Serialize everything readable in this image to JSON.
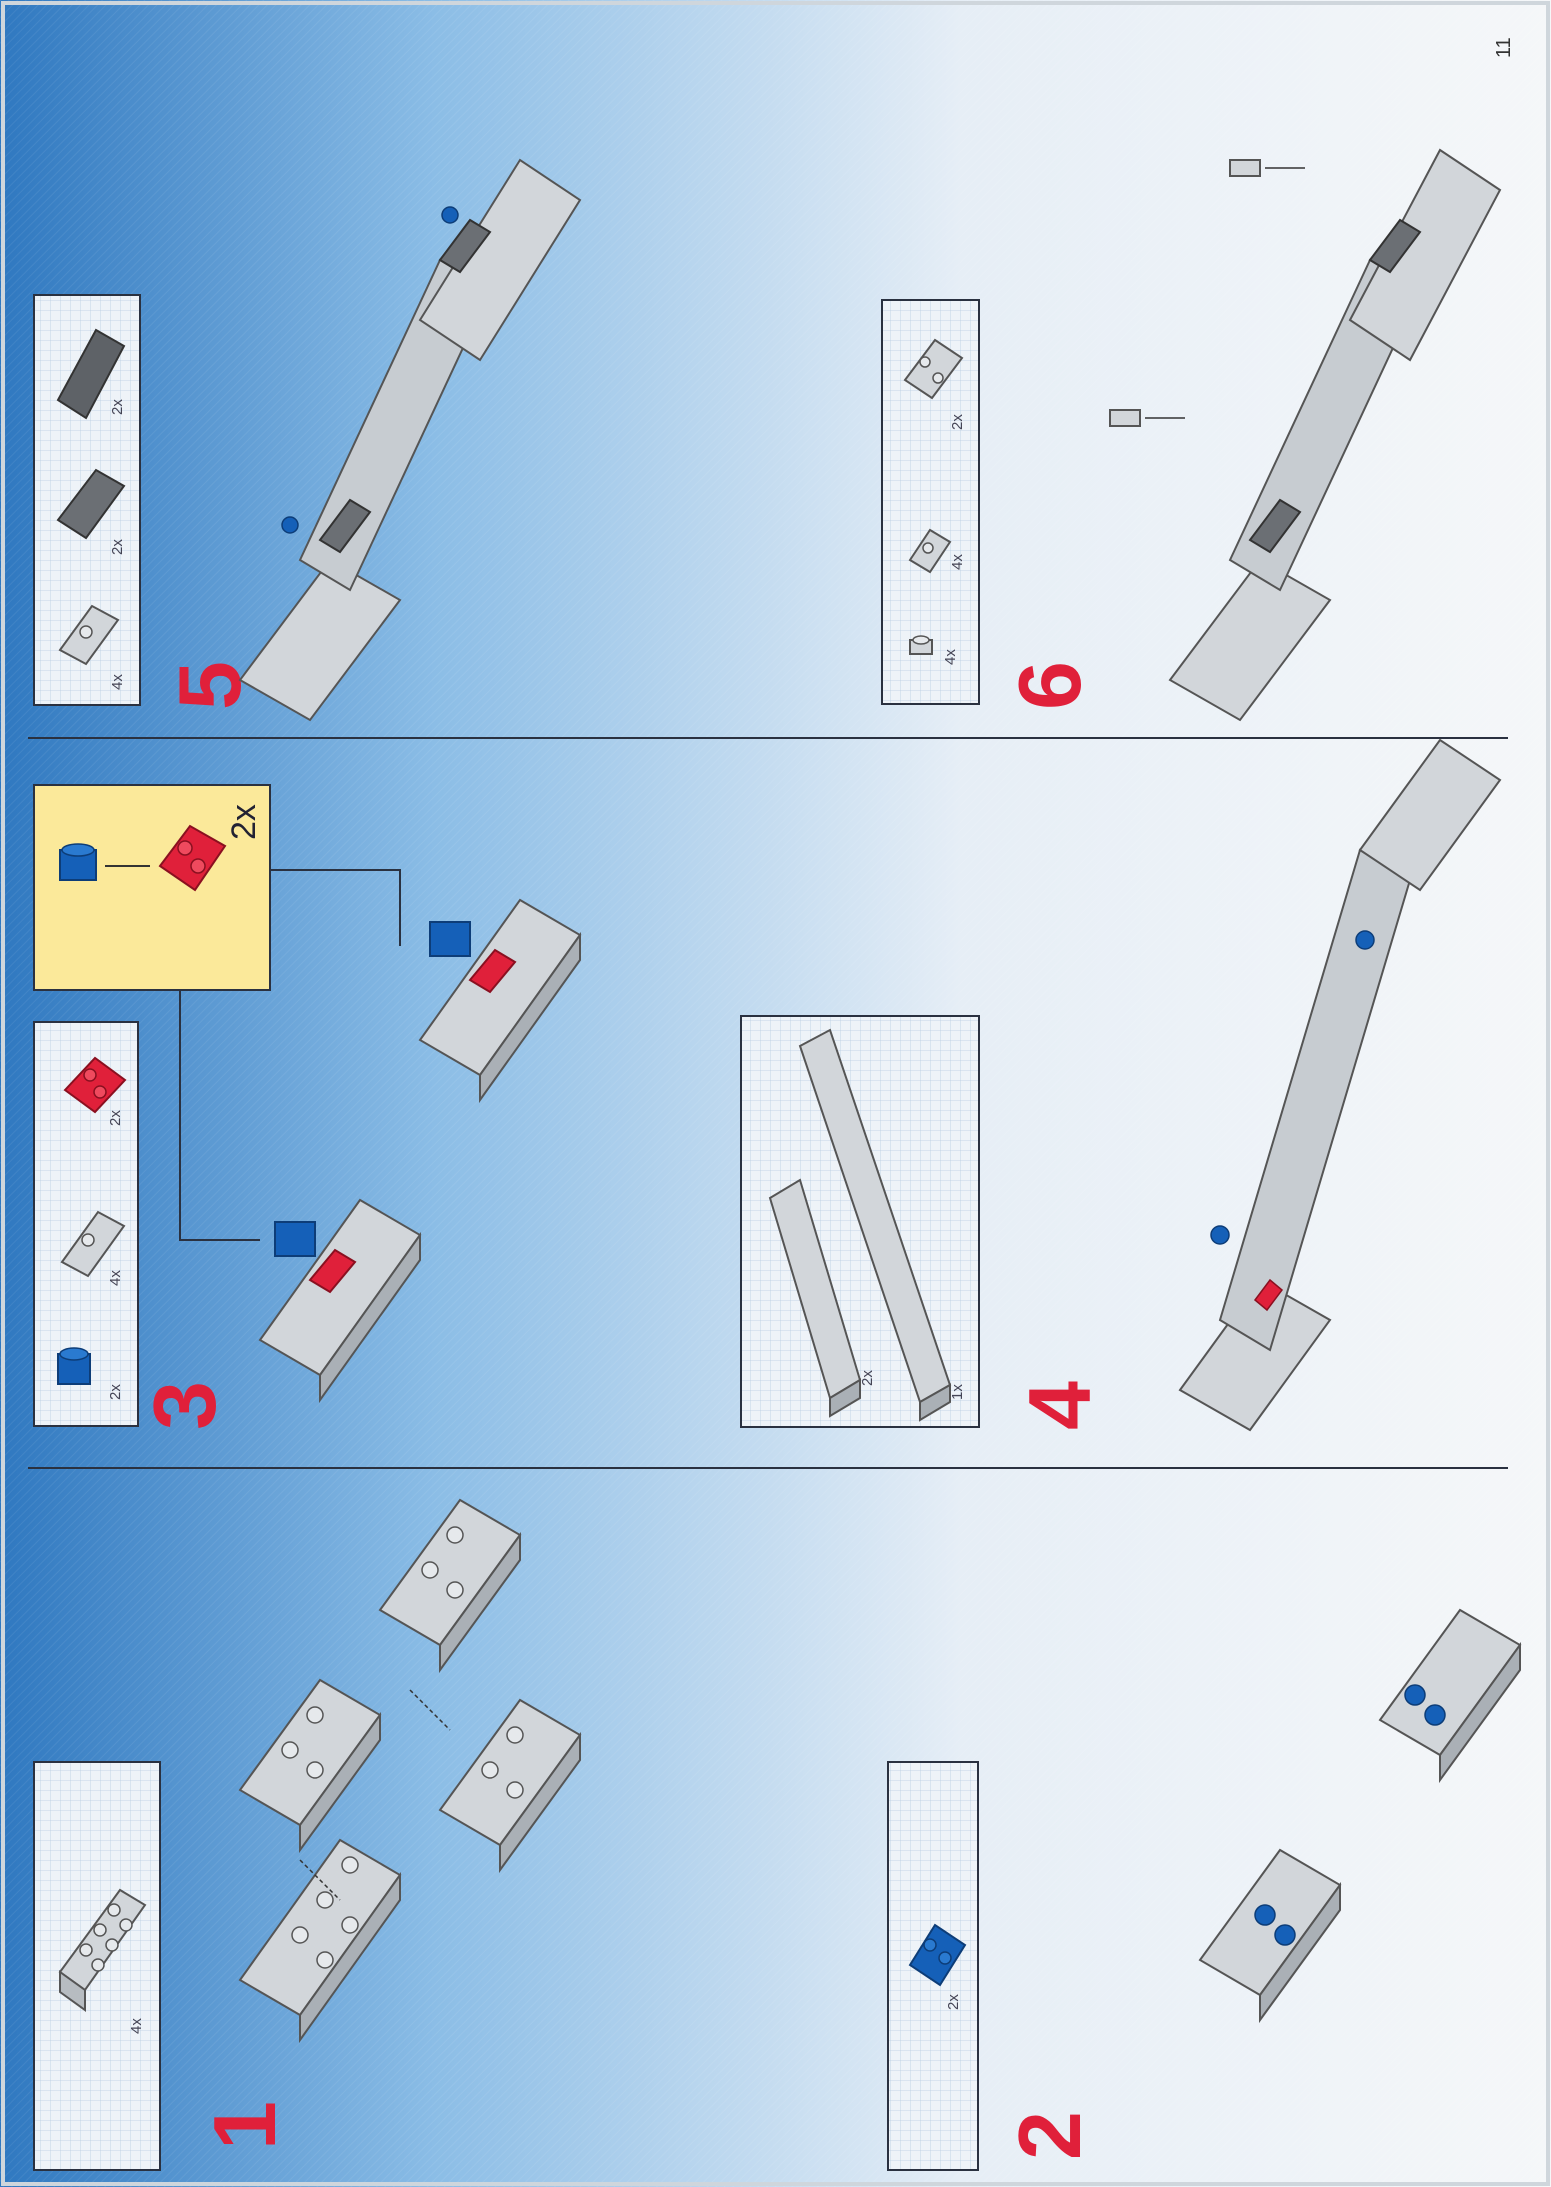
{
  "page_number": "11",
  "colors": {
    "bg_blue_dark": "#2f78c0",
    "bg_blue_mid": "#8bbde6",
    "bg_light": "#f3f6f9",
    "brick_gray": "#d2d6da",
    "brick_dark": "#6b6f74",
    "brick_blue": "#1560b8",
    "brick_red": "#e0203a",
    "callout_yellow": "#fbe99a",
    "step_number_red": "#e0203a"
  },
  "steps": {
    "s1": {
      "number": "1",
      "parts_qty": "4x"
    },
    "s2": {
      "number": "2",
      "parts_qty": "2x"
    },
    "s3": {
      "number": "3",
      "parts_qty": [
        "2x",
        "4x",
        "2x"
      ],
      "callout_qty": "2x"
    },
    "s4": {
      "number": "4",
      "parts_qty": [
        "2x",
        "1x"
      ]
    },
    "s5": {
      "number": "5",
      "parts_qty": [
        "4x",
        "2x",
        "2x"
      ]
    },
    "s6": {
      "number": "6",
      "parts_qty": [
        "4x",
        "4x",
        "2x"
      ]
    }
  }
}
